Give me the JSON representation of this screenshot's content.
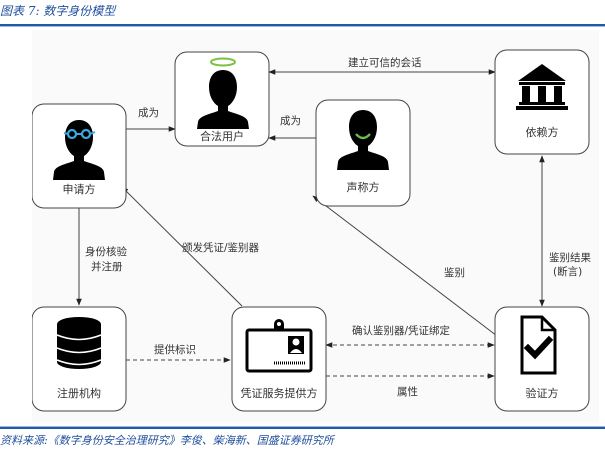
{
  "caption": "图表 7:  数字身份模型",
  "source": "资料来源:《数字身份安全治理研究》李俊、柴海新、国盛证券研究所",
  "colors": {
    "accent_blue": "#2358a8",
    "glasses": "#3aa9e0",
    "halo_green": "#7ac142",
    "smile_green": "#6cc04a"
  },
  "nodes": {
    "applicant": {
      "label": "申请方",
      "icon": "person-with-glasses-icon"
    },
    "legit_user": {
      "label": "合法用户",
      "icon": "person-with-halo-icon"
    },
    "claimant": {
      "label": "声称方",
      "icon": "person-smiling-icon"
    },
    "relying_party": {
      "label": "依赖方",
      "icon": "bank-building-icon"
    },
    "registry": {
      "label": "注册机构",
      "icon": "database-icon"
    },
    "csp": {
      "label": "凭证服务提供方",
      "icon": "id-badge-icon"
    },
    "verifier": {
      "label": "验证方",
      "icon": "document-check-icon"
    }
  },
  "edges": {
    "applicant_to_user": "成为",
    "claimant_to_user": "成为",
    "user_relying": "建立可信的会话",
    "identity_verify_1": "身份核验",
    "identity_verify_2": "并注册",
    "issue": "颁发凭证/鉴别器",
    "authenticate": "鉴别",
    "result_1": "鉴别结果",
    "result_2": "(断言)",
    "provide_id": "提供标识",
    "confirm_binding": "确认鉴别器/凭证绑定",
    "attributes": "属性"
  }
}
